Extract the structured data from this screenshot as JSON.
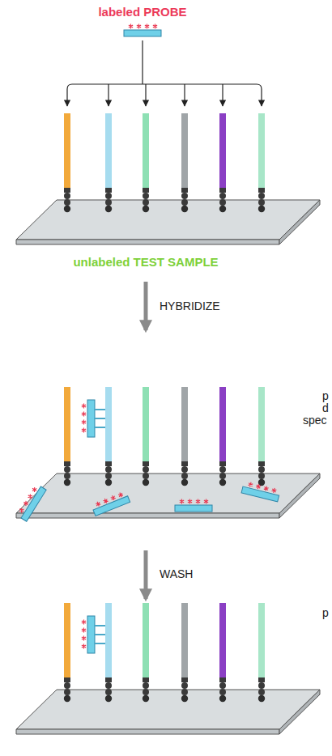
{
  "diagram": {
    "labels": [
      "labeled PROBE",
      "unlabeled TEST SAMPLE",
      "HYBRIDIZE",
      "WASH",
      "p",
      "d",
      "spec",
      "p"
    ]
  }
}
